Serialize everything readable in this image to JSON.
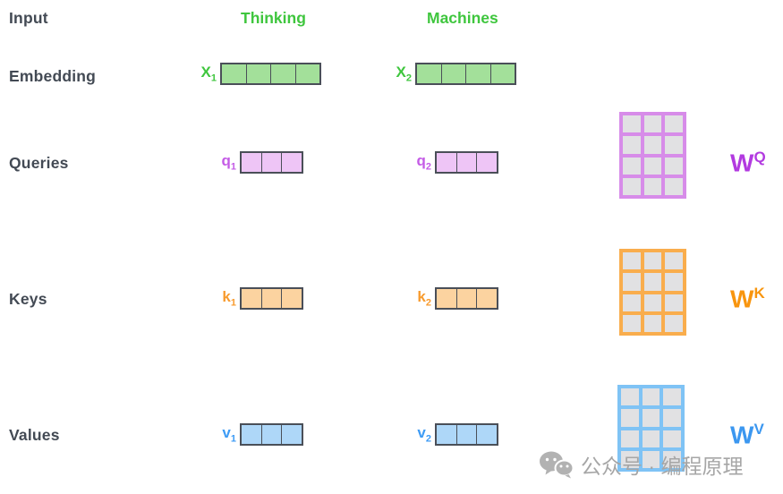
{
  "row_labels": {
    "input": "Input",
    "embedding": "Embedding",
    "queries": "Queries",
    "keys": "Keys",
    "values": "Values"
  },
  "words": {
    "first": "Thinking",
    "second": "Machines"
  },
  "vectors": {
    "x1": {
      "base": "X",
      "sub": "1",
      "cells": 4
    },
    "x2": {
      "base": "X",
      "sub": "2",
      "cells": 4
    },
    "q1": {
      "base": "q",
      "sub": "1",
      "cells": 3
    },
    "q2": {
      "base": "q",
      "sub": "2",
      "cells": 3
    },
    "k1": {
      "base": "k",
      "sub": "1",
      "cells": 3
    },
    "k2": {
      "base": "k",
      "sub": "2",
      "cells": 3
    },
    "v1": {
      "base": "v",
      "sub": "1",
      "cells": 3
    },
    "v2": {
      "base": "v",
      "sub": "2",
      "cells": 3
    }
  },
  "matrices": {
    "wq": {
      "base": "W",
      "sup": "Q",
      "rows": 4,
      "cols": 3
    },
    "wk": {
      "base": "W",
      "sup": "K",
      "rows": 4,
      "cols": 3
    },
    "wv": {
      "base": "W",
      "sup": "V",
      "rows": 4,
      "cols": 3
    }
  },
  "watermark": {
    "icon": "wechat-icon",
    "text": "公众号 · 编程原理"
  },
  "colors": {
    "header_green": "#3fc63e",
    "embedding_fill": "#a3e09a",
    "query_label": "#c45ce6",
    "query_fill": "#eec5f6",
    "wq_border": "#d78ce9",
    "wq_label": "#b23ae0",
    "key_label": "#f89b2e",
    "key_fill": "#fcd3a0",
    "wk_border": "#f9ad4d",
    "wk_label": "#f8950e",
    "value_label": "#3d9bf5",
    "value_fill": "#aed7f8",
    "wv_border": "#7fc3f5",
    "wv_label": "#3b97f0",
    "row_label_text": "#434a54",
    "vector_border": "#4a4f58",
    "matrix_cell_fill": "#e1e1e3",
    "watermark_gray": "#a6a6a6"
  }
}
